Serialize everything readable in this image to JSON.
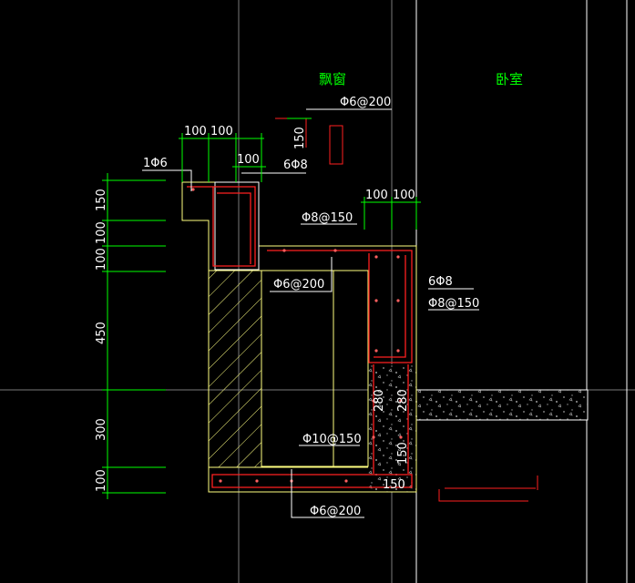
{
  "rooms": {
    "bay_window": "飘窗",
    "bedroom": "卧室"
  },
  "rebar": {
    "top_bar": "Φ6@200",
    "corner_bar": "1Φ6",
    "four_bars": "6Φ8",
    "slab_bar": "Φ8@150",
    "inner_bar": "Φ6@200",
    "wall_bars": "6Φ8",
    "wall_stirrup": "Φ8@150",
    "bottom_bar": "Φ10@150",
    "base_bar": "Φ6@200"
  },
  "dimensions": {
    "top_left_1": "100",
    "top_left_2": "100",
    "top_center": "100",
    "top_right_1": "100",
    "top_right_2": "100",
    "small_150": "150",
    "left_150": "150",
    "left_100a": "100",
    "left_100b": "100",
    "left_450": "450",
    "left_300": "300",
    "left_100c": "100",
    "wall_280a": "280",
    "wall_280b": "280",
    "right_150": "150",
    "bottom_150": "150"
  }
}
